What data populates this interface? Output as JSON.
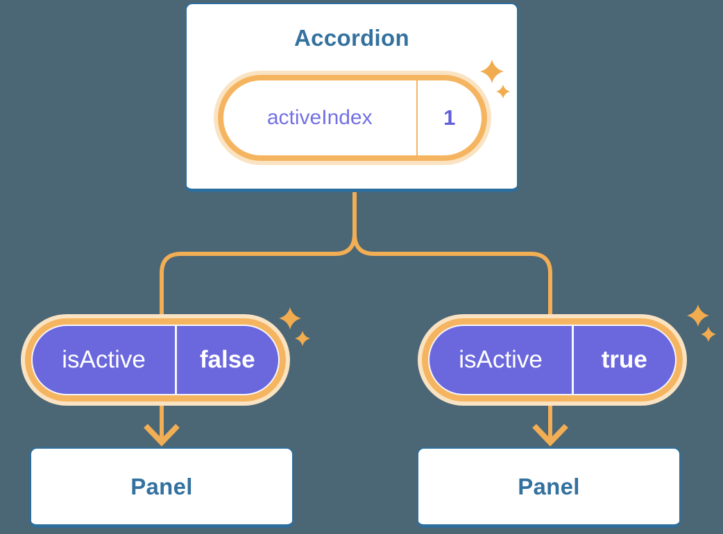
{
  "diagram": {
    "root": {
      "title": "Accordion",
      "state": {
        "label": "activeIndex",
        "value": "1"
      }
    },
    "children": [
      {
        "prop": {
          "label": "isActive",
          "value": "false"
        },
        "panel_title": "Panel"
      },
      {
        "prop": {
          "label": "isActive",
          "value": "true"
        },
        "panel_title": "Panel"
      }
    ],
    "icons": {
      "sparkle": "four-point-star"
    },
    "colors": {
      "background": "#4B6674",
      "card_border": "#2D6E9C",
      "card_text": "#33719F",
      "connector": "#F2AE55",
      "ring_orange": "#F5B560",
      "ring_glow": "#FAE3C2",
      "pill_purple": "#6B68DD",
      "pill_label_purple": "#7370E2",
      "pill_value_purple": "#5F5DD9",
      "pill_text_white": "#FFFFFF",
      "sparkle": "#F2AC50"
    }
  }
}
